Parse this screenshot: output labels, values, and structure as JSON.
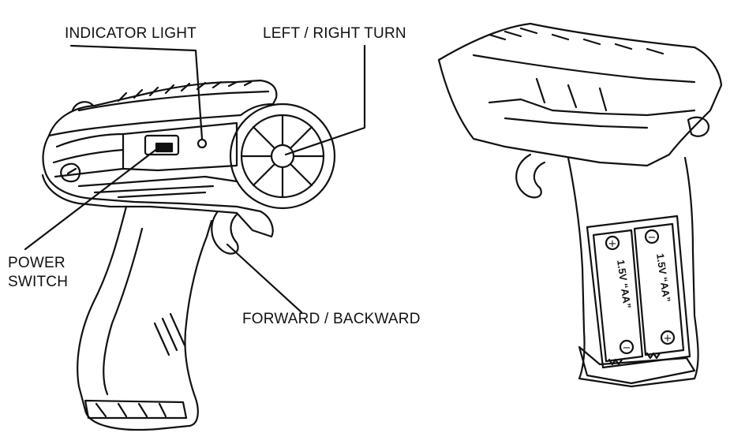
{
  "labels": {
    "indicator_light": "INDICATOR LIGHT",
    "left_right_turn": "LEFT / RIGHT TURN",
    "power_switch_line1": "POWER",
    "power_switch_line2": "SWITCH",
    "forward_backward": "FORWARD / BACKWARD"
  },
  "battery": {
    "left": {
      "label": "1.5V “AA”",
      "top_sign": "+",
      "bottom_sign": "−"
    },
    "right": {
      "label": "1.5V “AA”",
      "top_sign": "−",
      "bottom_sign": "+"
    }
  },
  "colors": {
    "line": "#111111",
    "background": "#ffffff"
  }
}
